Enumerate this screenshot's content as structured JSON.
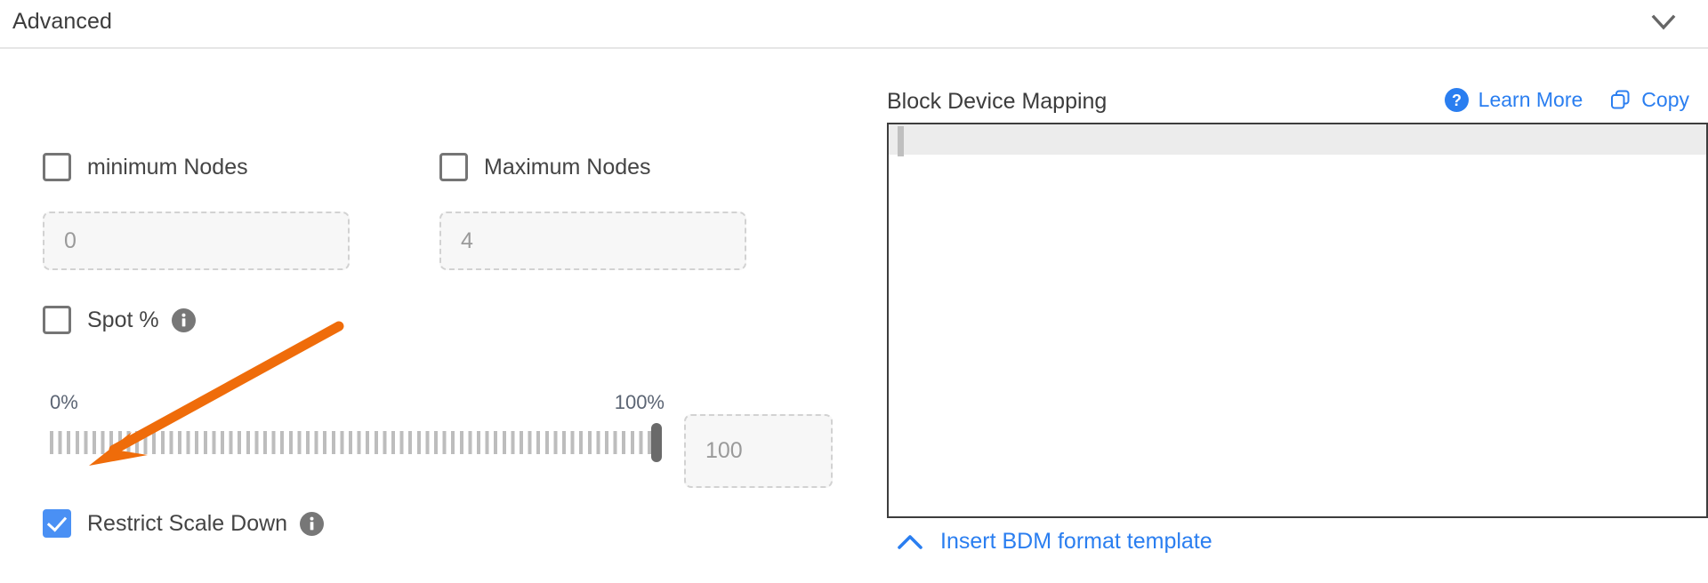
{
  "header": {
    "title": "Advanced",
    "collapse_icon": "chevron-down-icon"
  },
  "left": {
    "min_nodes": {
      "label": "minimum Nodes",
      "checked": false,
      "input_placeholder": "0"
    },
    "max_nodes": {
      "label": "Maximum Nodes",
      "checked": false,
      "input_placeholder": "4"
    },
    "spot": {
      "label": "Spot %",
      "checked": false,
      "info_icon": "info-icon"
    },
    "slider": {
      "min_label": "0%",
      "max_label": "100%",
      "value": 100,
      "value_input": "100"
    },
    "restrict_scale_down": {
      "label": "Restrict Scale Down",
      "checked": true,
      "info_icon": "info-icon"
    }
  },
  "right": {
    "title": "Block Device Mapping",
    "learn_more": {
      "label": "Learn More",
      "icon": "question-circle-icon"
    },
    "copy": {
      "label": "Copy",
      "icon": "copy-icon"
    },
    "editor": {
      "content": ""
    },
    "insert_template": {
      "label": "Insert BDM format template",
      "icon": "chevron-up-icon"
    }
  },
  "colors": {
    "link_blue": "#2a7ef0",
    "checkbox_blue": "#4a90f4",
    "annotation_orange": "#ef6c0a",
    "info_gray": "#777777"
  }
}
